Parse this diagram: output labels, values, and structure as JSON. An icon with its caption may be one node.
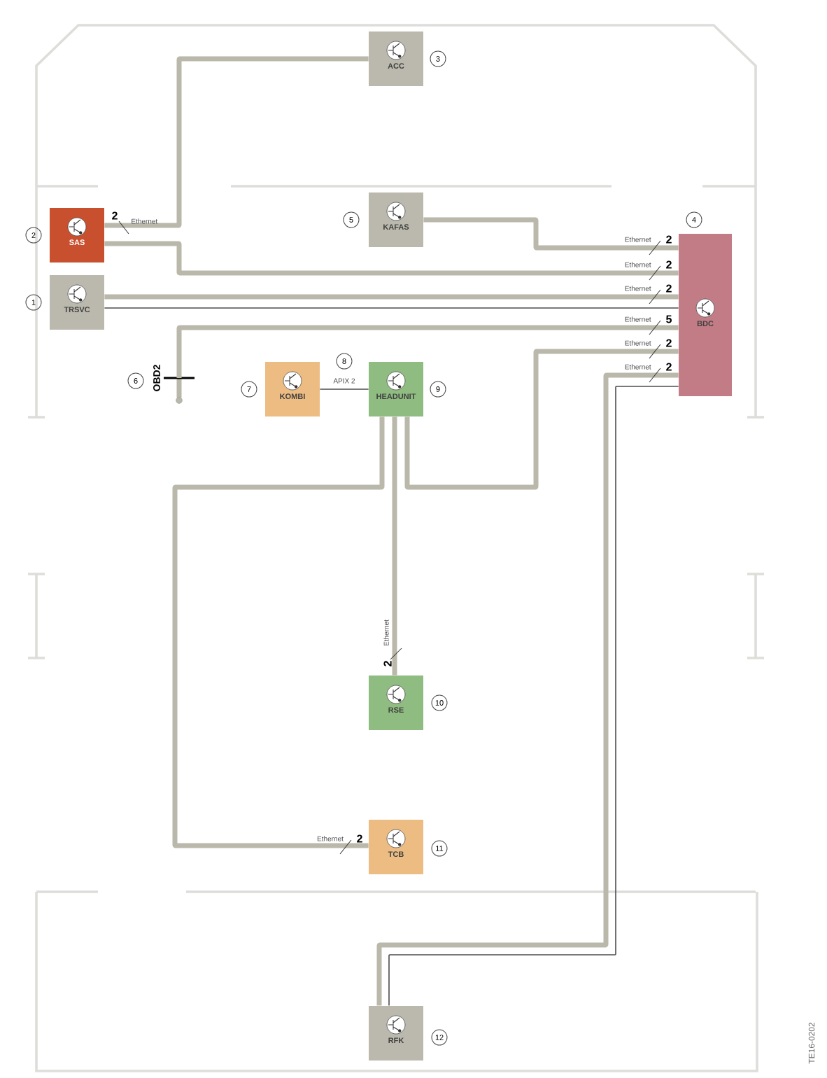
{
  "diagram": {
    "nodes": [
      {
        "text": [
          "ACC"
        ],
        "beside": [
          "3"
        ]
      },
      {
        "text": [
          "SAS"
        ],
        "beside": [
          "2"
        ]
      },
      {
        "text": [
          "KAFAS"
        ],
        "beside": [
          "5"
        ]
      },
      {
        "text": [
          "BDC"
        ],
        "beside": [
          "4"
        ]
      },
      {
        "text": [
          "TRSVC"
        ],
        "beside": [
          "1"
        ]
      },
      {
        "text": [
          "OBD2"
        ],
        "beside": [
          "6"
        ]
      },
      {
        "text": [
          "KOMBI"
        ],
        "beside": [
          "7"
        ]
      },
      {
        "text": [
          "HEADUNIT"
        ],
        "beside": [
          "9"
        ]
      },
      {
        "text": [
          "RSE"
        ],
        "beside": [
          "10"
        ]
      },
      {
        "text": [
          "TCB"
        ],
        "beside": [
          "11"
        ]
      },
      {
        "text": [
          "RFK"
        ],
        "beside": [
          "12"
        ]
      }
    ],
    "edges": [
      {
        "from": 1,
        "to": 0,
        "arrow": "none",
        "label": "Ethernet"
      },
      {
        "from": 1,
        "to": 3,
        "arrow": "none",
        "label": "Ethernet"
      },
      {
        "from": 2,
        "to": 3,
        "arrow": "none",
        "label": "Ethernet"
      },
      {
        "from": 4,
        "to": 3,
        "arrow": "none",
        "label": "Ethernet"
      },
      {
        "from": 4,
        "to": 3,
        "arrow": "none",
        "color": "#4d4d4d"
      },
      {
        "from": 3,
        "to": 5,
        "arrow": "none",
        "label": "Ethernet"
      },
      {
        "from": 7,
        "to": 3,
        "arrow": "none",
        "label": "Ethernet"
      },
      {
        "from": 10,
        "to": 3,
        "arrow": "none",
        "label": "Ethernet"
      },
      {
        "from": 10,
        "to": 3,
        "arrow": "none",
        "color": "#4d4d4d"
      },
      {
        "from": 6,
        "to": 7,
        "arrow": "none",
        "label": "APIX 2",
        "color": "#4d4d4d"
      },
      {
        "from": 7,
        "to": 8,
        "arrow": "none",
        "label": "Ethernet"
      },
      {
        "from": 7,
        "to": 9,
        "arrow": "none",
        "label": "Ethernet"
      }
    ],
    "labels": [
      "2",
      "2",
      "2",
      "2",
      "5",
      "2",
      "2",
      "8",
      "2",
      "2",
      "TE16-0202"
    ]
  }
}
